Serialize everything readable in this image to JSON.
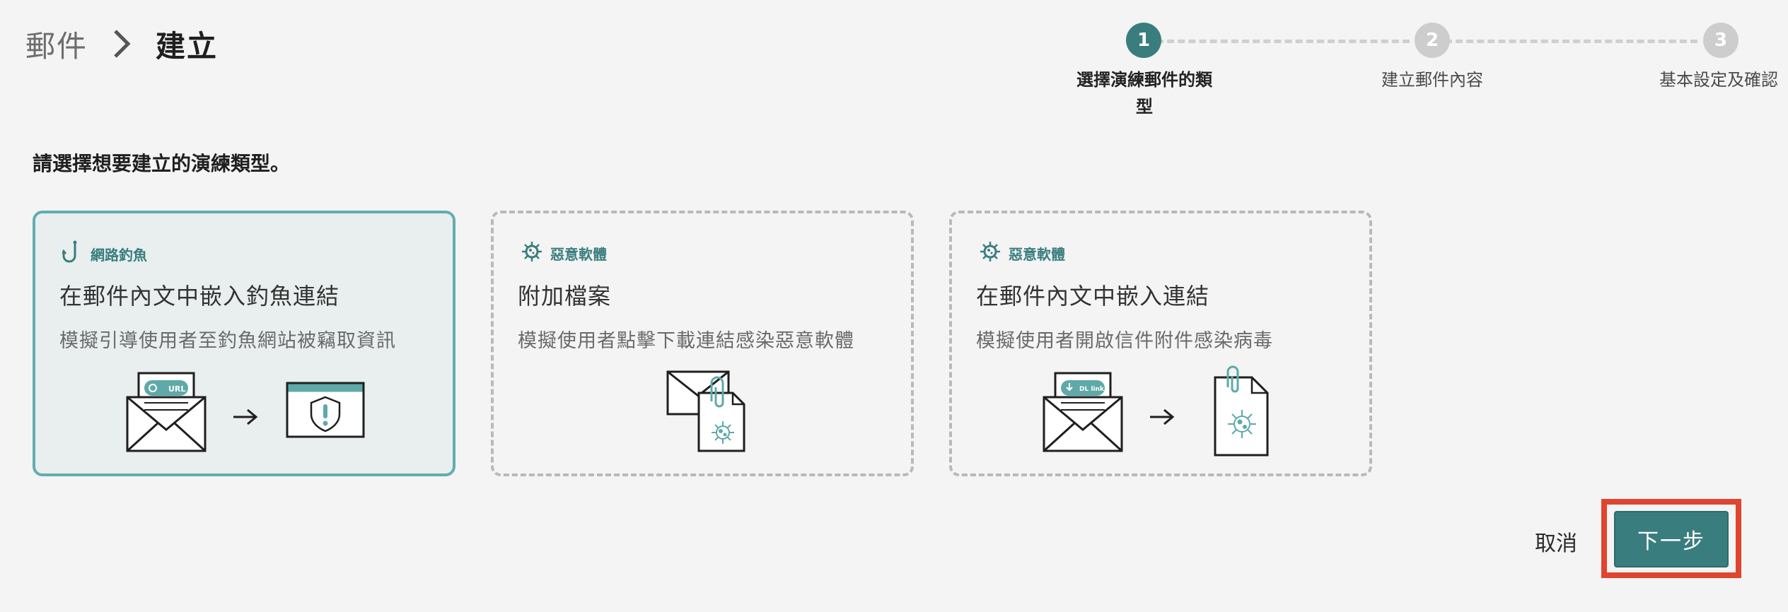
{
  "breadcrumb": {
    "parent": "郵件",
    "current": "建立"
  },
  "stepper": {
    "steps": [
      {
        "number": "1",
        "label_line1": "選擇演練郵件的類",
        "label_line2": "型",
        "state": "active"
      },
      {
        "number": "2",
        "label_line1": "建立郵件內容",
        "state": "inactive"
      },
      {
        "number": "3",
        "label_line1": "基本設定及確認",
        "state": "inactive"
      }
    ]
  },
  "instruction": "請選擇想要建立的演練類型。",
  "cards": [
    {
      "tag": "網路釣魚",
      "tag_icon": "fishing-hook-icon",
      "title": "在郵件內文中嵌入釣魚連結",
      "description": "模擬引導使用者至釣魚網站被竊取資訊",
      "badge": "URL",
      "selected": true
    },
    {
      "tag": "惡意軟體",
      "tag_icon": "virus-icon",
      "title": "附加檔案",
      "description": "模擬使用者點擊下載連結感染惡意軟體",
      "selected": false
    },
    {
      "tag": "惡意軟體",
      "tag_icon": "virus-icon",
      "title": "在郵件內文中嵌入連結",
      "description": "模擬使用者開啟信件附件感染病毒",
      "badge": "DL link",
      "selected": false
    }
  ],
  "footer": {
    "cancel_label": "取消",
    "next_label": "下一步"
  },
  "colors": {
    "accent": "#3a7d7e",
    "highlight": "#e0442f",
    "selected_border": "#63adb0"
  }
}
